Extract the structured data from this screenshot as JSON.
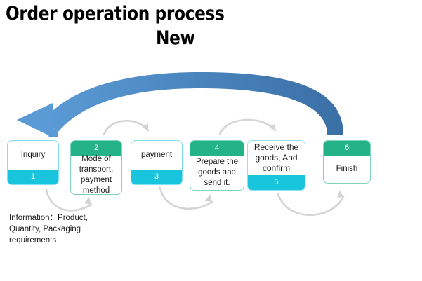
{
  "title": {
    "line1": "Order operation process",
    "line2": "New"
  },
  "boxes": [
    {
      "number": "1",
      "label": "Inquiry",
      "band": "cyan",
      "band_position": "bottom"
    },
    {
      "number": "2",
      "label": "Mode of transport, payment method",
      "band": "green",
      "band_position": "top"
    },
    {
      "number": "3",
      "label": "payment",
      "band": "cyan",
      "band_position": "bottom"
    },
    {
      "number": "4",
      "label": "Prepare the goods and send it.",
      "band": "green",
      "band_position": "top"
    },
    {
      "number": "5",
      "label": "Receive the goods, And confirm",
      "band": "cyan",
      "band_position": "bottom"
    },
    {
      "number": "6",
      "label": "Finish",
      "band": "green",
      "band_position": "top"
    }
  ],
  "info_note": "Information：Product, Quantity, Packaging requirements",
  "colors": {
    "cyan_band": "#18C5DC",
    "green_band": "#24B389",
    "cyan_border": "#7FDFF0",
    "green_border": "#7FD5BC",
    "feedback_arrow_light": "#5B9BD5",
    "feedback_arrow_dark": "#3A6FA5",
    "connector_arrow": "#D4D4D4",
    "title_text": "#000000"
  },
  "arrows": {
    "feedback_label": "feedback-loop-arrow",
    "connectors": [
      "connector-1-to-2",
      "connector-2-to-3",
      "connector-3-to-4",
      "connector-4-to-5",
      "connector-5-to-6"
    ]
  }
}
